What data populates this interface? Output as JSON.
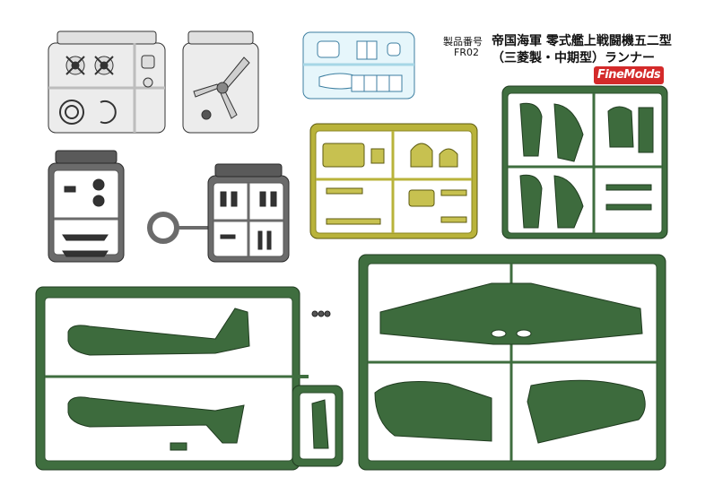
{
  "header": {
    "product_number_label": "製品番号",
    "product_code": "FR02",
    "title_line1": "帝国海軍 零式艦上戦闘機五二型",
    "title_line2": "（三菱製・中期型）ランナー",
    "brand": "FineMolds"
  },
  "runners": [
    {
      "id": "runner-engine-light-gray",
      "color": "#ececec"
    },
    {
      "id": "runner-propeller-light-gray",
      "color": "#ececec"
    },
    {
      "id": "runner-clear-canopy",
      "color": "#e6f6fb"
    },
    {
      "id": "runner-dark-gray-small",
      "color": "#6b6b6b"
    },
    {
      "id": "runner-dark-gray-detail",
      "color": "#6b6b6b"
    },
    {
      "id": "runner-interior-yellow",
      "color": "#b9b33a"
    },
    {
      "id": "runner-green-tail-flaps",
      "color": "#3f6e3f"
    },
    {
      "id": "runner-green-fuselage",
      "color": "#3f6e3f"
    },
    {
      "id": "runner-green-wings",
      "color": "#3f6e3f"
    },
    {
      "id": "runner-green-rudder-small",
      "color": "#3f6e3f"
    }
  ]
}
